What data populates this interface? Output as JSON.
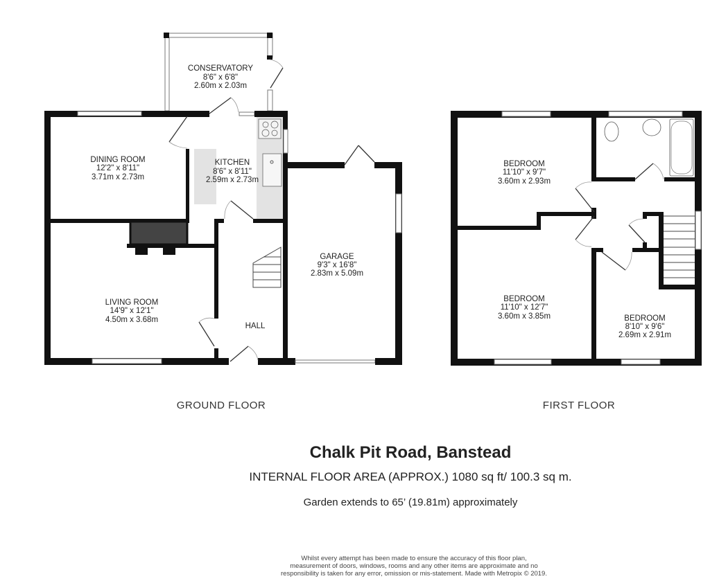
{
  "floors": {
    "ground": {
      "label": "GROUND FLOOR",
      "rooms": [
        {
          "name": "CONSERVATORY",
          "imperial": "8'6\"  x 6'8\"",
          "metric": "2.60m  x 2.03m"
        },
        {
          "name": "DINING ROOM",
          "imperial": "12'2\"  x 8'11\"",
          "metric": "3.71m  x 2.73m"
        },
        {
          "name": "KITCHEN",
          "imperial": "8'6\"  x 8'11\"",
          "metric": "2.59m  x 2.73m"
        },
        {
          "name": "GARAGE",
          "imperial": "9'3\"  x 16'8\"",
          "metric": "2.83m  x 5.09m"
        },
        {
          "name": "LIVING ROOM",
          "imperial": "14'9\"  x 12'1\"",
          "metric": "4.50m  x 3.68m"
        },
        {
          "name": "HALL"
        }
      ]
    },
    "first": {
      "label": "FIRST FLOOR",
      "rooms": [
        {
          "name": "BEDROOM",
          "imperial": "11'10\"  x 9'7\"",
          "metric": "3.60m  x 2.93m"
        },
        {
          "name": "BEDROOM",
          "imperial": "11'10\"  x 12'7\"",
          "metric": "3.60m  x 3.85m"
        },
        {
          "name": "BEDROOM",
          "imperial": "8'10\"  x 9'6\"",
          "metric": "2.69m  x 2.91m"
        }
      ]
    }
  },
  "title": "Chalk Pit Road, Banstead",
  "floor_area": "INTERNAL FLOOR AREA (APPROX.) 1080 sq ft/ 100.3 sq m.",
  "garden": "Garden extends to 65’ (19.81m) approximately",
  "disclaimer": [
    "Whilst every attempt has been made to ensure the accuracy of this floor plan,",
    "measurement of doors, windows, rooms and any other items are approximate and no",
    "responsibility is taken for any error, omission or mis-statement. Made with Metropix © 2019."
  ]
}
